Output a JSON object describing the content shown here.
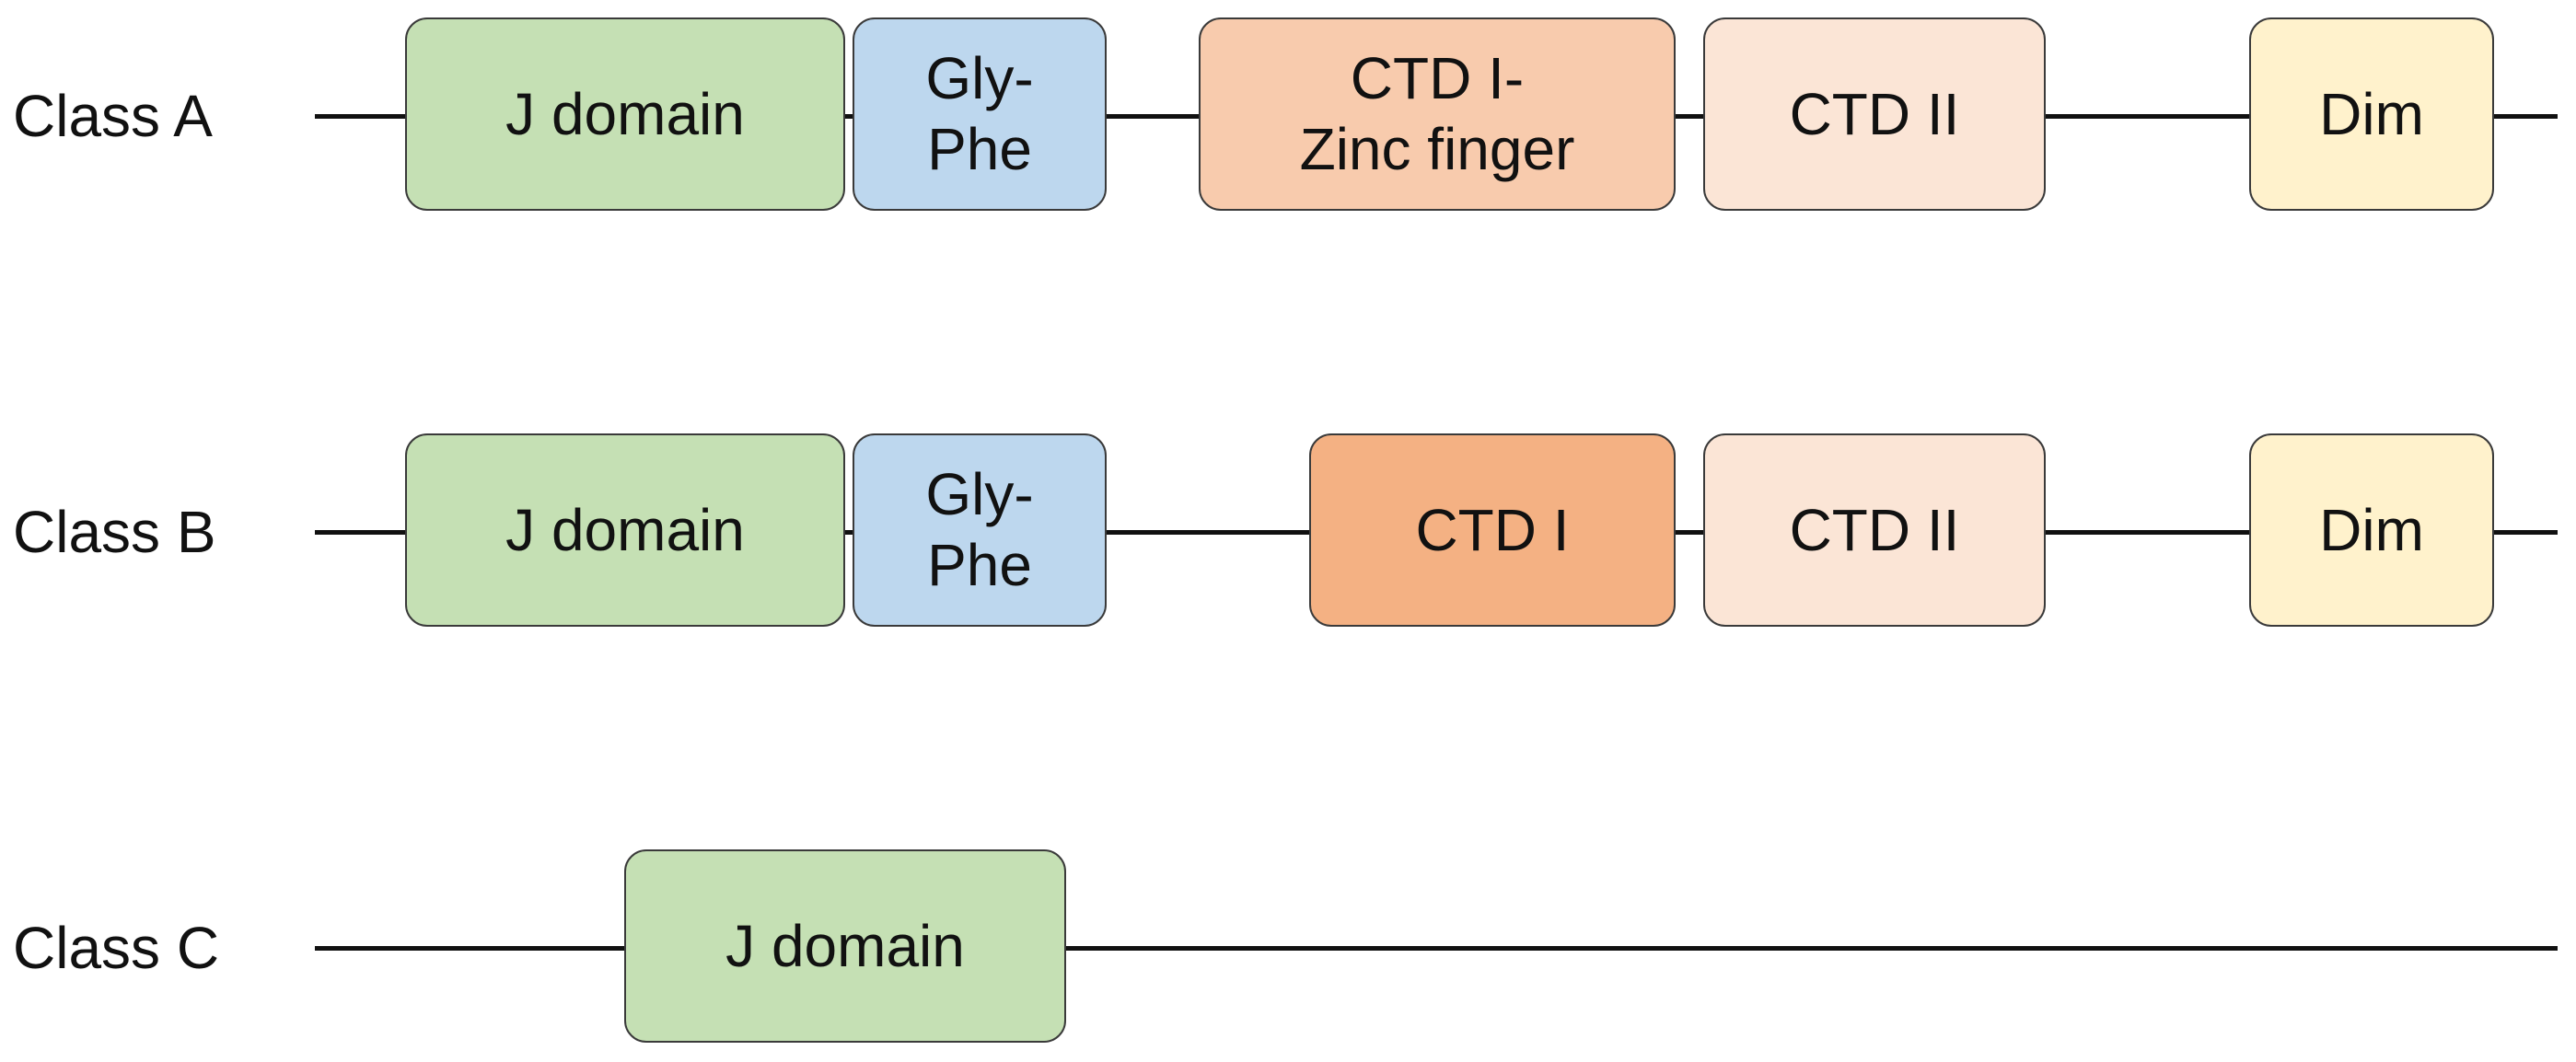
{
  "colors": {
    "j_domain": "#c5e0b4",
    "gly_phe": "#bdd7ee",
    "ctd1_zinc_finger": "#f8cbad",
    "ctd1": "#f4b183",
    "ctd2": "#fbe5d6",
    "dim": "#fff2cc",
    "line": "#111111"
  },
  "rows": [
    {
      "label": "Class A",
      "domains": [
        {
          "text": "J domain",
          "color_key": "j_domain"
        },
        {
          "text": "Gly-\nPhe",
          "color_key": "gly_phe"
        },
        {
          "text": "CTD I-\nZinc finger",
          "color_key": "ctd1_zinc_finger"
        },
        {
          "text": "CTD II",
          "color_key": "ctd2"
        },
        {
          "text": "Dim",
          "color_key": "dim"
        }
      ]
    },
    {
      "label": "Class B",
      "domains": [
        {
          "text": "J domain",
          "color_key": "j_domain"
        },
        {
          "text": "Gly-\nPhe",
          "color_key": "gly_phe"
        },
        {
          "text": "CTD I",
          "color_key": "ctd1"
        },
        {
          "text": "CTD II",
          "color_key": "ctd2"
        },
        {
          "text": "Dim",
          "color_key": "dim"
        }
      ]
    },
    {
      "label": "Class C",
      "domains": [
        {
          "text": "J domain",
          "color_key": "j_domain"
        }
      ]
    }
  ]
}
